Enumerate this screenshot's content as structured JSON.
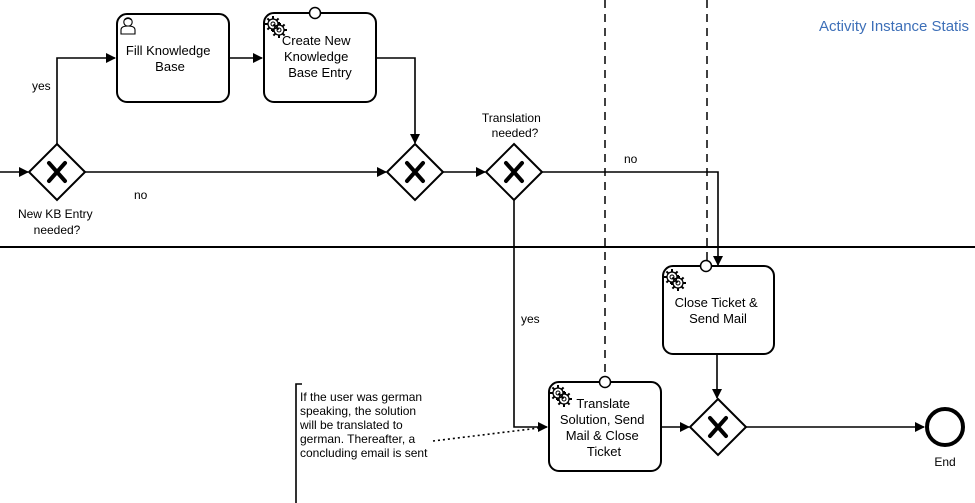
{
  "header": {
    "stats_link": "Activity Instance Statis"
  },
  "tasks": {
    "fill_kb": {
      "type": "user",
      "lines": [
        "Fill Knowledge",
        "Base"
      ]
    },
    "create_kb": {
      "type": "service",
      "lines": [
        "Create New",
        "Knowledge",
        "Base Entry"
      ]
    },
    "close_ticket": {
      "type": "service",
      "lines": [
        "Close Ticket &",
        "Send Mail"
      ]
    },
    "translate": {
      "type": "service",
      "lines": [
        "Translate",
        "Solution, Send",
        "Mail & Close",
        "Ticket"
      ]
    }
  },
  "gateways": {
    "kb_needed": {
      "lines": [
        "New KB Entry",
        "needed?"
      ]
    },
    "translation_needed": {
      "lines": [
        "Translation",
        "needed?"
      ]
    }
  },
  "flow_labels": {
    "yes_kb": "yes",
    "no_kb": "no",
    "no_translation": "no",
    "yes_translation": "yes"
  },
  "end_event": {
    "label": "End"
  },
  "annotation": {
    "text": "If the user was german speaking, the solution will be translated to german. Thereafter, a concluding email is sent"
  },
  "icons": {
    "user_task": "user-icon",
    "service_task": "gear-icon",
    "gateway": "exclusive-gateway-x-icon"
  }
}
